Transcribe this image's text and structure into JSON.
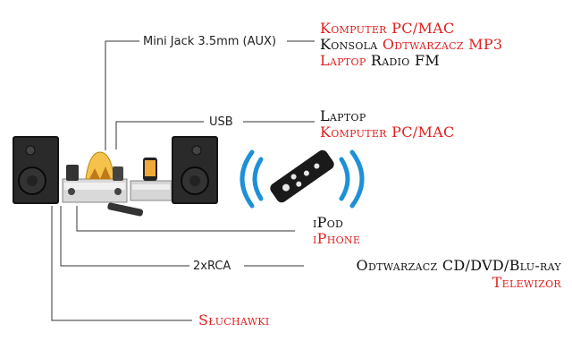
{
  "colors": {
    "accent_red": "#e02020",
    "text_black": "#111111",
    "wave_blue": "#1e90d8"
  },
  "connectors": {
    "aux": {
      "label": "Mini Jack 3.5mm (AUX)",
      "devices": [
        [
          {
            "text": "Komputer PC/MAC",
            "color": "red"
          }
        ],
        [
          {
            "text": "Konsola ",
            "color": "black"
          },
          {
            "text": "Odtwarzacz MP3",
            "color": "red"
          }
        ],
        [
          {
            "text": "Laptop ",
            "color": "red"
          },
          {
            "text": "Radio FM",
            "color": "black"
          }
        ]
      ]
    },
    "usb": {
      "label": "USB",
      "devices": [
        [
          {
            "text": "Laptop",
            "color": "black"
          }
        ],
        [
          {
            "text": "Komputer PC/MAC",
            "color": "red"
          }
        ]
      ]
    },
    "dock": {
      "devices": [
        [
          {
            "text": "iPod",
            "color": "black"
          }
        ],
        [
          {
            "text": "iPhone",
            "color": "red"
          }
        ]
      ]
    },
    "rca": {
      "label": "2xRCA",
      "devices": [
        [
          {
            "text": "Odtwarzacz CD/DVD/Blu-ray",
            "color": "black"
          }
        ],
        [
          {
            "text": "Telewizor",
            "color": "red"
          }
        ]
      ]
    },
    "headphones": {
      "devices": [
        [
          {
            "text": "Słuchawki",
            "color": "red"
          }
        ]
      ]
    }
  },
  "icons": [
    "speaker-left-icon",
    "tube-amplifier-icon",
    "ipod-dock-icon",
    "speaker-right-icon",
    "remote-control-icon",
    "wireless-signal-icon"
  ]
}
